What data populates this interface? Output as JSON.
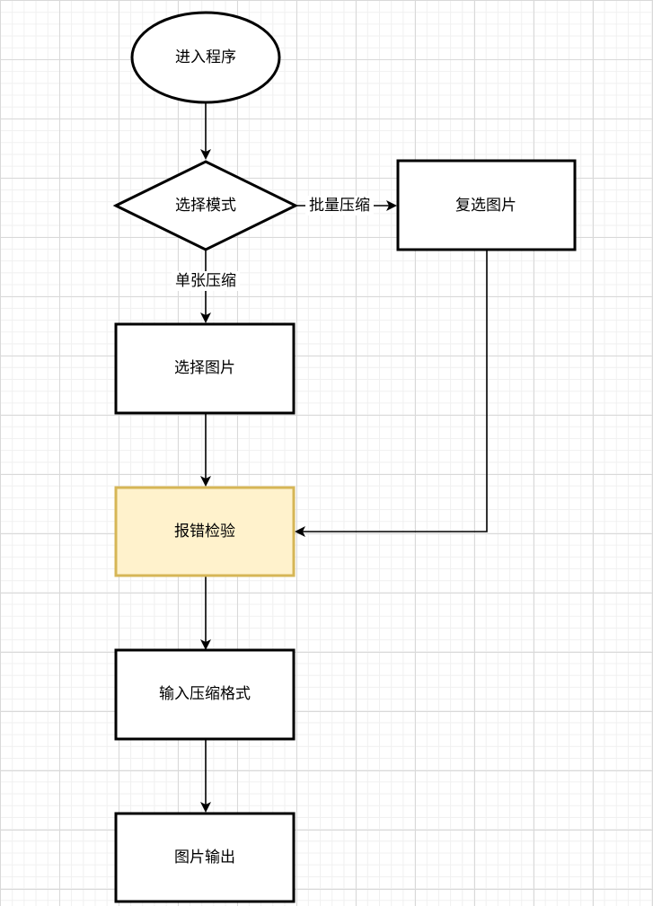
{
  "nodes": {
    "start": "进入程序",
    "select_mode": "选择模式",
    "multi_select": "复选图片",
    "select_image": "选择图片",
    "error_check": "报错检验",
    "input_format": "输入压缩格式",
    "image_output": "图片输出"
  },
  "edges": {
    "batch_compress": "批量压缩",
    "single_compress": "单张压缩"
  },
  "colors": {
    "grid_major": "#d9d9d9",
    "grid_minor": "#f0f0f0",
    "stroke": "#000000",
    "highlight_fill": "#fff2cc",
    "highlight_stroke": "#d6b656"
  }
}
